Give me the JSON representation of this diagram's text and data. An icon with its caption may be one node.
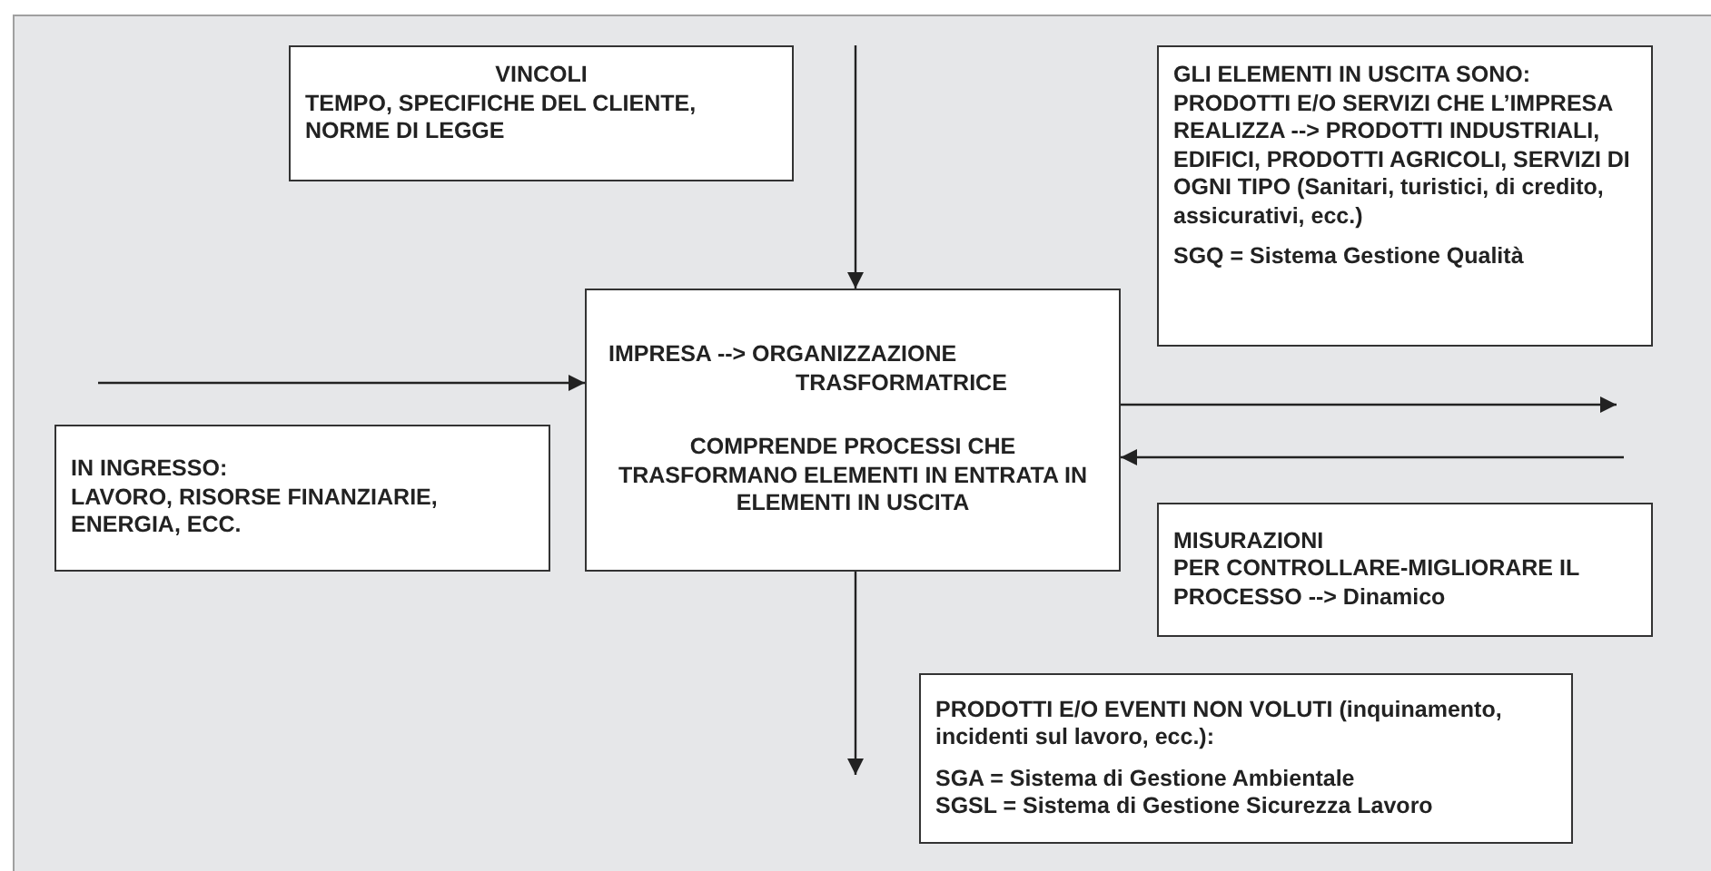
{
  "diagram": {
    "nodes": [
      {
        "text": [
          "VINCOLI",
          "TEMPO, SPECIFICHE DEL CLIENTE, NORME DI LEGGE"
        ]
      },
      {
        "text": [
          "GLI ELEMENTI IN USCITA SONO:",
          "PRODOTTI E/O SERVIZI CHE L’IMPRESA REALIZZA --> PRODOTTI INDUSTRIALI, EDIFICI, PRODOTTI AGRICOLI, SERVIZI DI OGNI TIPO (Sanitari, turistici, di credito, assicurativi, ecc.)",
          "SGQ = Sistema Gestione Qualità"
        ]
      },
      {
        "text": [
          "IMPRESA --> ORGANIZZAZIONE TRASFORMATRICE",
          "COMPRENDE PROCESSI CHE TRASFORMANO ELEMENTI IN ENTRATA IN ELEMENTI IN USCITA"
        ]
      },
      {
        "text": [
          "IN INGRESSO:",
          "LAVORO, RISORSE FINANZIARIE, ENERGIA, ECC."
        ]
      },
      {
        "text": [
          "MISURAZIONI",
          "PER CONTROLLARE-MIGLIORARE IL PROCESSO --> Dinamico"
        ]
      },
      {
        "text": [
          "PRODOTTI E/O EVENTI NON VOLUTI (inquinamento, incidenti sul lavoro, ecc.):",
          "SGA = Sistema di Gestione Ambientale",
          "SGSL = Sistema di Gestione Sicurezza Lavoro"
        ]
      }
    ],
    "edges": [
      {
        "from": null,
        "to": 2,
        "arrow": "to"
      },
      {
        "from": null,
        "to": 2,
        "arrow": "to"
      },
      {
        "from": 2,
        "to": null,
        "arrow": "to"
      },
      {
        "from": null,
        "to": 2,
        "arrow": "to"
      },
      {
        "from": 2,
        "to": null,
        "arrow": "to"
      }
    ]
  }
}
